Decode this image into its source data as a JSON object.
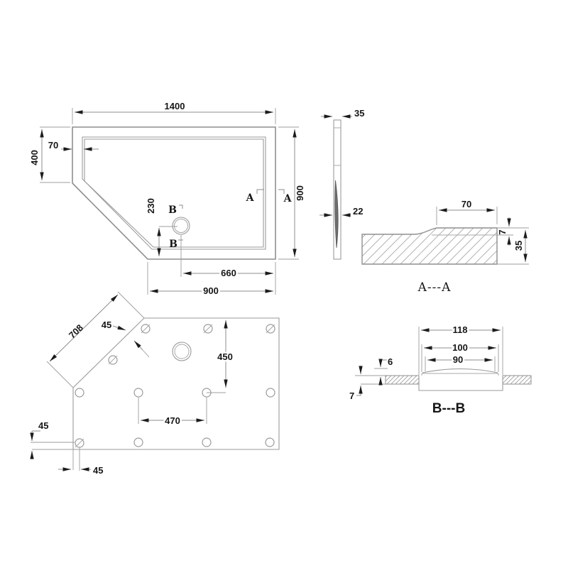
{
  "views": {
    "plan": {
      "dim_width": "1400",
      "dim_left_side": "400",
      "dim_rim": "70",
      "dim_height": "900",
      "dim_drain_y": "230",
      "dim_drain_x": "660",
      "dim_bottom": "900",
      "marker_a": "A",
      "marker_b": "B"
    },
    "side": {
      "dim_width": "35",
      "dim_mid": "22"
    },
    "section_aa": {
      "label": "A---A",
      "dim_rim": "70",
      "dim_step": "7",
      "dim_height": "35"
    },
    "bottom": {
      "dim_diagonal": "708",
      "dim_hole_offset": "45",
      "dim_rows": "450",
      "dim_cols": "470",
      "dim_corner_v": "45",
      "dim_corner_h": "45"
    },
    "section_bb": {
      "label": "B---B",
      "dim_outer": "118",
      "dim_mid": "100",
      "dim_inner": "90",
      "dim_raise": "6",
      "dim_depth": "7"
    }
  },
  "colors": {
    "background": "#ffffff",
    "line": "#8f8f8f",
    "arrow": "#1c1c1c",
    "text": "#161616",
    "hatch": "#b3b3b3"
  }
}
